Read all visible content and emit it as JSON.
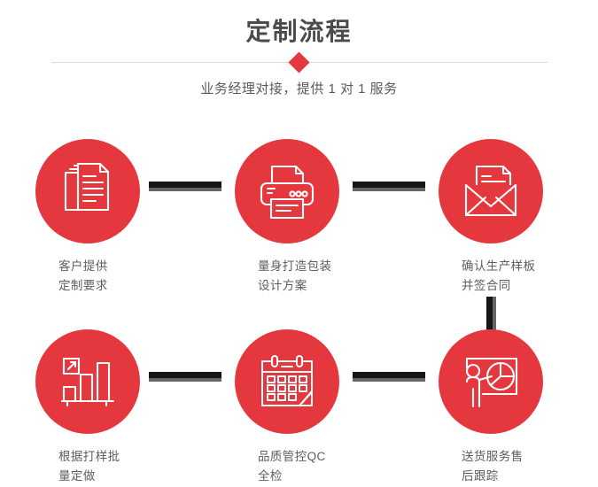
{
  "header": {
    "title": "定制流程",
    "subtitle": "业务经理对接，提供 1 对 1 服务",
    "divider_icon": "diamond-marker"
  },
  "theme": {
    "accent_red": "#e5383e",
    "title_gray": "#4b4b4b",
    "text_gray": "#5e5e5e",
    "connector_black": "#161616",
    "connector_shadow": "#666666",
    "divider_gray": "#dcdcdc",
    "background": "#ffffff"
  },
  "steps": [
    {
      "index": 1,
      "icon": "documents-stack-icon",
      "label": "客户提供\n定制要求"
    },
    {
      "index": 2,
      "icon": "printer-icon",
      "label": "量身打造包装\n设计方案"
    },
    {
      "index": 3,
      "icon": "envelope-document-icon",
      "label": "确认生产样板\n并签合同"
    },
    {
      "index": 4,
      "icon": "bar-chart-growth-icon",
      "label": "根据打样批\n量定做"
    },
    {
      "index": 5,
      "icon": "calendar-icon",
      "label": "品质管控QC\n全检"
    },
    {
      "index": 6,
      "icon": "presenter-piechart-icon",
      "label": "送货服务售\n后跟踪"
    }
  ],
  "connectors": [
    {
      "name": "connector-step1-step2",
      "orientation": "horizontal"
    },
    {
      "name": "connector-step2-step3",
      "orientation": "horizontal"
    },
    {
      "name": "connector-step3-step6",
      "orientation": "vertical"
    },
    {
      "name": "connector-step4-step5",
      "orientation": "horizontal"
    },
    {
      "name": "connector-step5-step6",
      "orientation": "horizontal"
    }
  ]
}
